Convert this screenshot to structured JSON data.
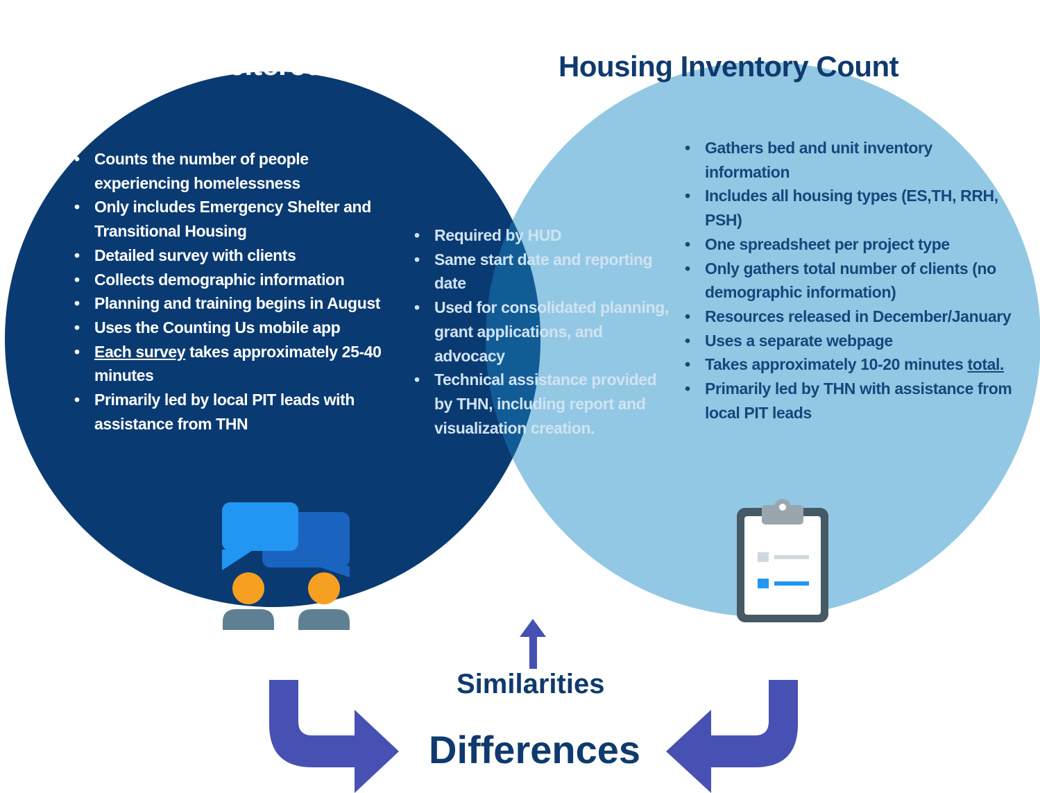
{
  "diagram": {
    "left_circle": {
      "title": "Sheltered PIT Count",
      "items": [
        {
          "text": "Counts the number of people experiencing homelessness"
        },
        {
          "text": "Only includes Emergency Shelter and Transitional Housing"
        },
        {
          "text": "Detailed survey with clients"
        },
        {
          "text": "Collects demographic information"
        },
        {
          "text": "Planning and training begins in August"
        },
        {
          "text": "Uses the Counting Us mobile app"
        },
        {
          "underline": "Each survey",
          "rest": " takes approximately 25-40 minutes"
        },
        {
          "text": "Primarily led by local PIT leads with assistance from THN"
        }
      ]
    },
    "overlap": {
      "items": [
        "Required by HUD",
        "Same start date and reporting date",
        "Used for consolidated planning, grant applications, and advocacy",
        "Technical assistance provided by THN, including report and visualization creation."
      ]
    },
    "right_circle": {
      "title": "Housing Inventory Count",
      "items": [
        {
          "text": "Gathers bed and unit inventory information"
        },
        {
          "text": "Includes all housing types (ES,TH, RRH, PSH)"
        },
        {
          "text": "One spreadsheet per project type"
        },
        {
          "text": "Only gathers total number of clients (no demographic information)"
        },
        {
          "text": "Resources released in December/January"
        },
        {
          "text": "Uses a separate webpage"
        },
        {
          "text": "Takes approximately 10-20 minutes ",
          "underline": "total."
        },
        {
          "text": "Primarily led by THN with assistance from local PIT leads"
        }
      ]
    },
    "similarities_label": "Similarities",
    "differences_label": "Differences"
  },
  "colors": {
    "left_circle": "#0a3a72",
    "right_circle": "#93c8e4",
    "overlap": "#125c96",
    "arrows": "#4751b3",
    "label_text": "#0f3a6e"
  },
  "icons": {
    "left": "conversation-people-icon",
    "right": "clipboard-checklist-icon"
  }
}
